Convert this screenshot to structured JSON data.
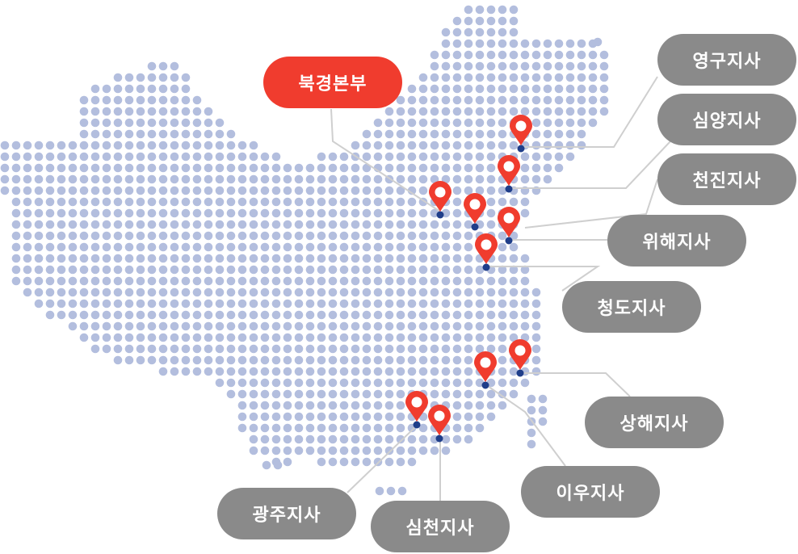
{
  "headquarters": {
    "name": "북경본부",
    "color": "#f03c2e"
  },
  "branches": [
    {
      "name": "영구지사"
    },
    {
      "name": "심양지사"
    },
    {
      "name": "천진지사"
    },
    {
      "name": "위해지사"
    },
    {
      "name": "청도지사"
    },
    {
      "name": "상해지사"
    },
    {
      "name": "이우지사"
    },
    {
      "name": "심천지사"
    },
    {
      "name": "광주지사"
    }
  ],
  "colors": {
    "dot": "#b3bede",
    "pin": "#f03c2e",
    "pin_base": "#1f3e8a",
    "label": "#8a8a8a",
    "line": "#cfcfcf"
  },
  "map_region": "China"
}
